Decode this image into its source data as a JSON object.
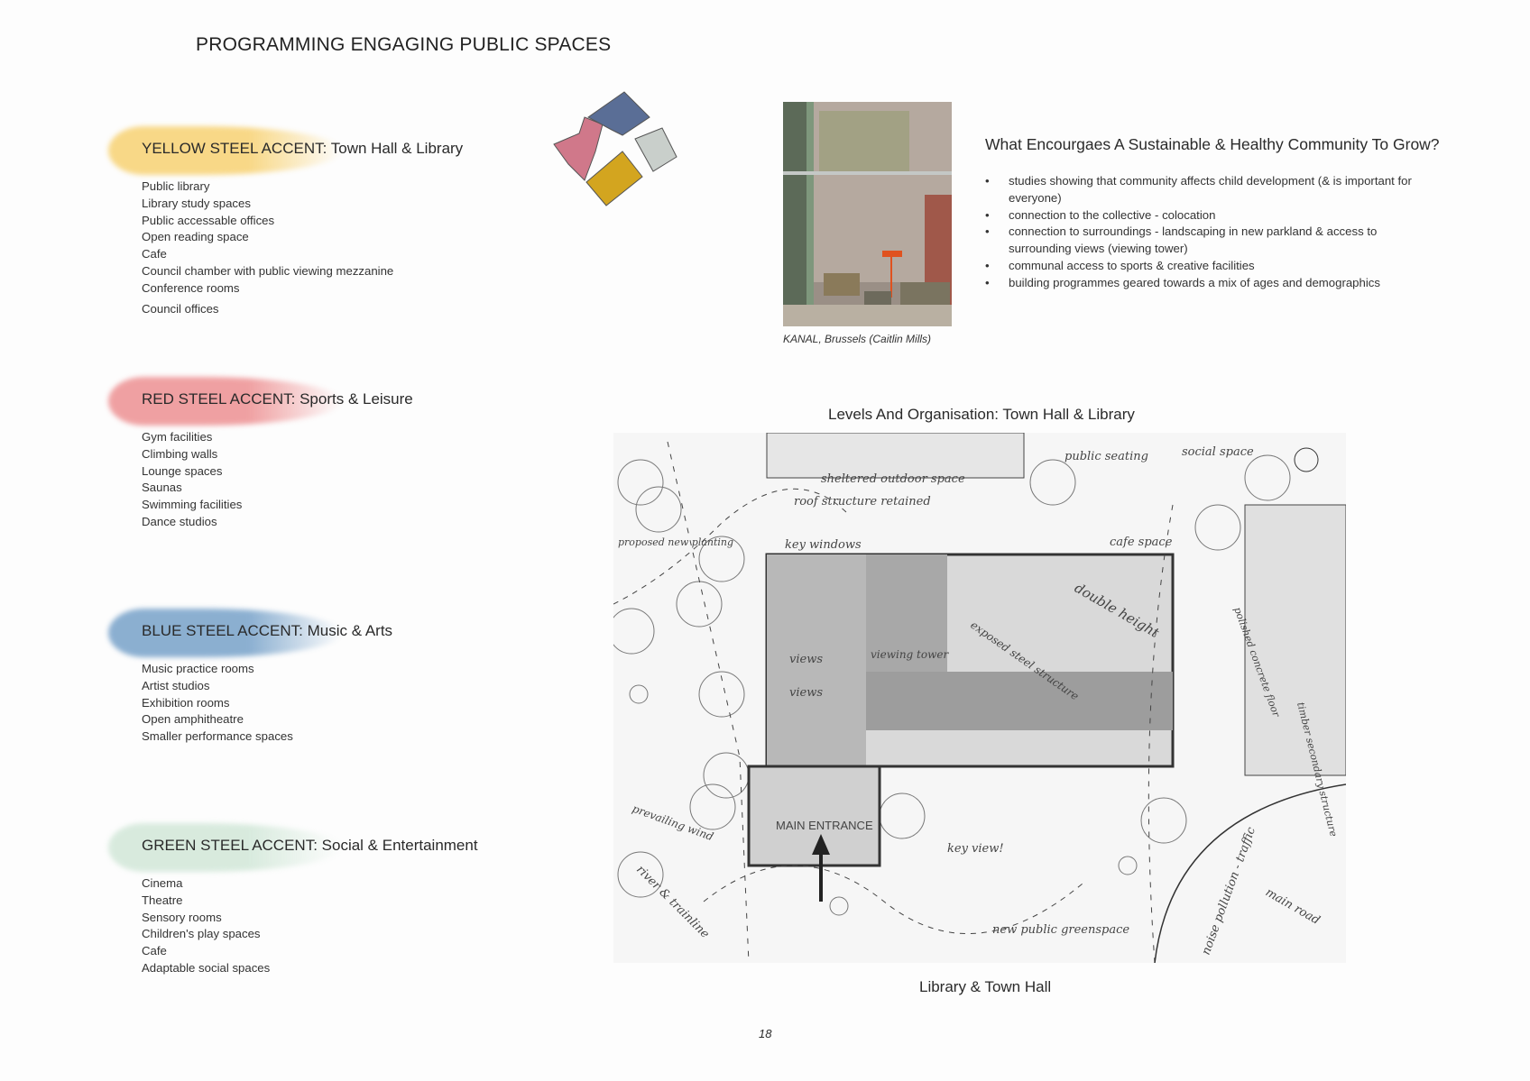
{
  "title": "PROGRAMMING ENGAGING PUBLIC SPACES",
  "sections": [
    {
      "accent": "YELLOW STEEL ACCENT:",
      "subject": " Town Hall & Library",
      "color": "#f7cf6a",
      "items": [
        "Public library",
        "Library study spaces",
        "Public accessable offices",
        "Open reading space",
        "Cafe",
        "Council chamber with public viewing mezzanine",
        "Conference rooms",
        "Council offices"
      ]
    },
    {
      "accent": "RED STEEL ACCENT:",
      "subject": " Sports & Leisure",
      "color": "#ec8a8c",
      "items": [
        "Gym facilities",
        "Climbing walls",
        "Lounge spaces",
        "Saunas",
        "Swimming facilities",
        "Dance studios"
      ]
    },
    {
      "accent": "BLUE STEEL ACCENT:",
      "subject": " Music & Arts",
      "color": "#6f9cc6",
      "items": [
        "Music practice rooms",
        "Artist studios",
        "Exhibition rooms",
        "Open amphitheatre",
        "Smaller performance spaces"
      ]
    },
    {
      "accent": "GREEN STEEL ACCENT:",
      "subject": " Social & Entertainment",
      "color": "#cfe6d6",
      "items": [
        "Cinema",
        "Theatre",
        "Sensory rooms",
        "Children's play spaces",
        "Cafe",
        "Adaptable social spaces"
      ]
    }
  ],
  "swatch_colors": {
    "pink": "#d0788a",
    "blue": "#5a6e96",
    "grey": "#c9cfcb",
    "yellow": "#d3a51f"
  },
  "photo": {
    "caption": "KANAL, Brussels (Caitlin Mills)"
  },
  "question": {
    "heading": "What Encourgaes A Sustainable & Healthy Community To Grow?",
    "bullets": [
      "studies showing that community affects child development (& is important for everyone)",
      "connection to the collective - colocation",
      "connection to surroundings - landscaping in new parkland & access to surrounding views (viewing tower)",
      "communal access to sports & creative facilities",
      "building programmes geared towards a mix of ages and demographics"
    ]
  },
  "levels_heading": "Levels And Organisation: Town Hall & Library",
  "sketch": {
    "caption": "Library & Town Hall",
    "labels": {
      "sheltered": "sheltered outdoor space",
      "roof": "roof structure retained",
      "public": "public seating",
      "social": "social space",
      "key_windows": "key windows",
      "cafe": "cafe space",
      "planting": "proposed new planting",
      "double": "double height",
      "views1": "views",
      "views2": "views",
      "tower": "viewing tower",
      "steel": "exposed steel structure",
      "polished": "polished concrete floor",
      "timber": "timber secondary structure",
      "wind": "prevailing wind",
      "entrance": "MAIN ENTRANCE",
      "key_view": "key view!",
      "river": "river & trainline",
      "green": "new public greenspace",
      "noise": "noise pollution - traffic",
      "road": "main road"
    }
  },
  "page_number": "18"
}
